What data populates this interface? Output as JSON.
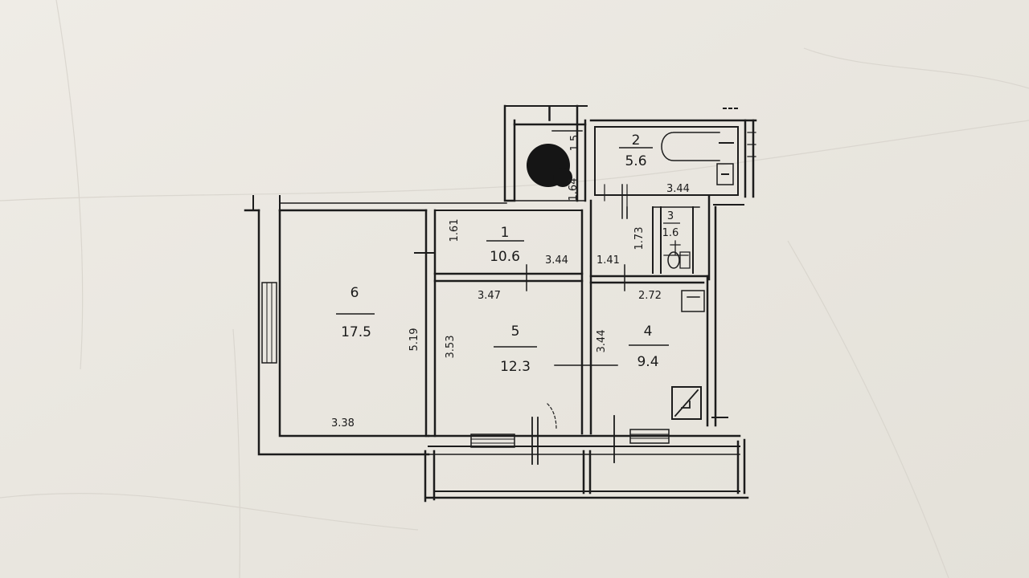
{
  "plan": {
    "rooms": [
      {
        "number": "1",
        "area": "10.6"
      },
      {
        "number": "2",
        "area": "5.6"
      },
      {
        "number": "3",
        "area": "1.6"
      },
      {
        "number": "4",
        "area": "9.4"
      },
      {
        "number": "5",
        "area": "12.3"
      },
      {
        "number": "6",
        "area": "17.5"
      }
    ],
    "dimensions": {
      "bath_width": "3.44",
      "shaft_height": "1.5",
      "shaft_width": "1.64",
      "hall_depth": "1.61",
      "hall_width": "3.44",
      "corridor_width": "1.41",
      "wc_depth": "1.73",
      "room5_width": "3.47",
      "kitchen_width": "2.72",
      "room6_length": "5.19",
      "room5_length": "3.53",
      "kitchen_length": "3.44",
      "room6_width": "3.38"
    }
  },
  "colors": {
    "paper": "#ebe8e2",
    "ink": "#1c1c1c"
  }
}
